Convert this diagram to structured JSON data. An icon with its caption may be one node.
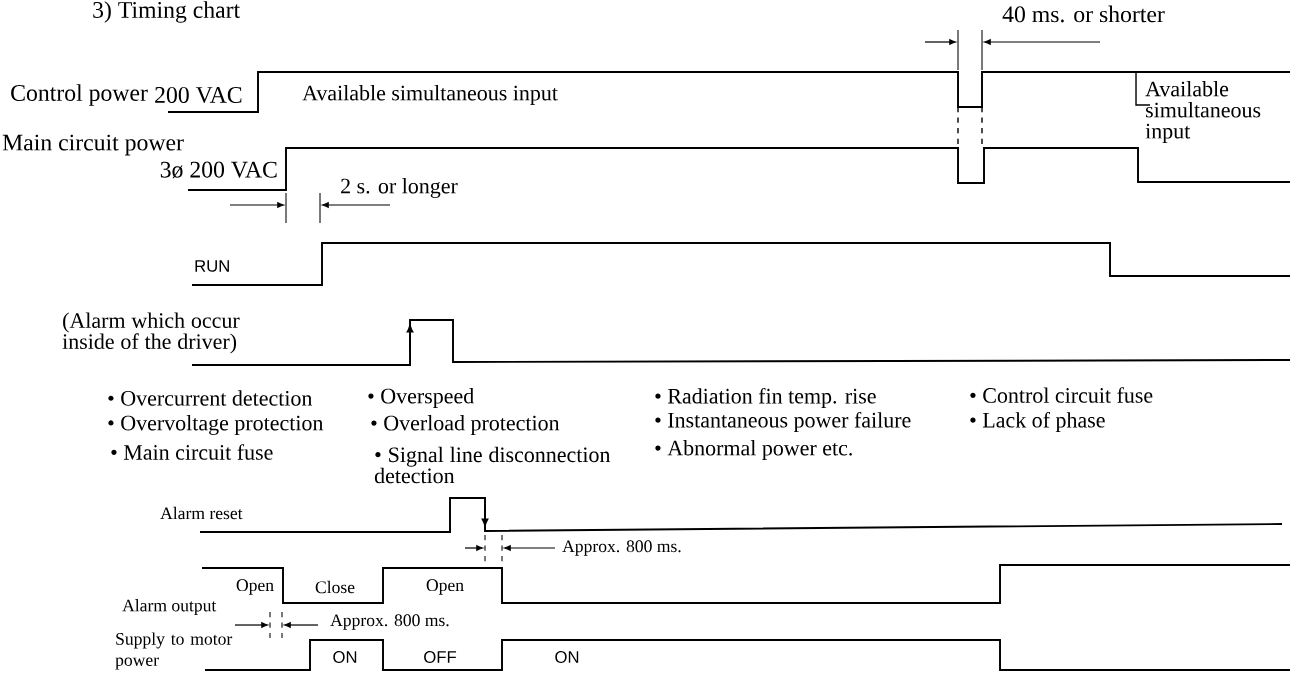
{
  "diagram": {
    "title": "3) Timing chart",
    "labels": [
      "40 ms. or shorter",
      "Control power",
      "200 VAC",
      "Available simultaneous input",
      "Available simultaneous input",
      "Main circuit power",
      "3ø 200 VAC",
      "2 s. or longer",
      "RUN",
      "(Alarm which occur inside of the driver)",
      "• Overcurrent detection",
      "• Overspeed",
      "• Radiation fin temp. rise",
      "• Control circuit fuse",
      "• Overvoltage protection",
      "• Overload protection",
      "• Instantaneous power failure",
      "• Lack of phase",
      "• Main circuit fuse",
      "• Signal line disconnection detection",
      "• Abnormal power etc.",
      "Alarm reset",
      "Approx. 800 ms.",
      "Open",
      "Close",
      "Open",
      "Alarm output",
      "Approx. 800 ms.",
      "Supply to motor power",
      "ON",
      "OFF",
      "ON"
    ]
  }
}
